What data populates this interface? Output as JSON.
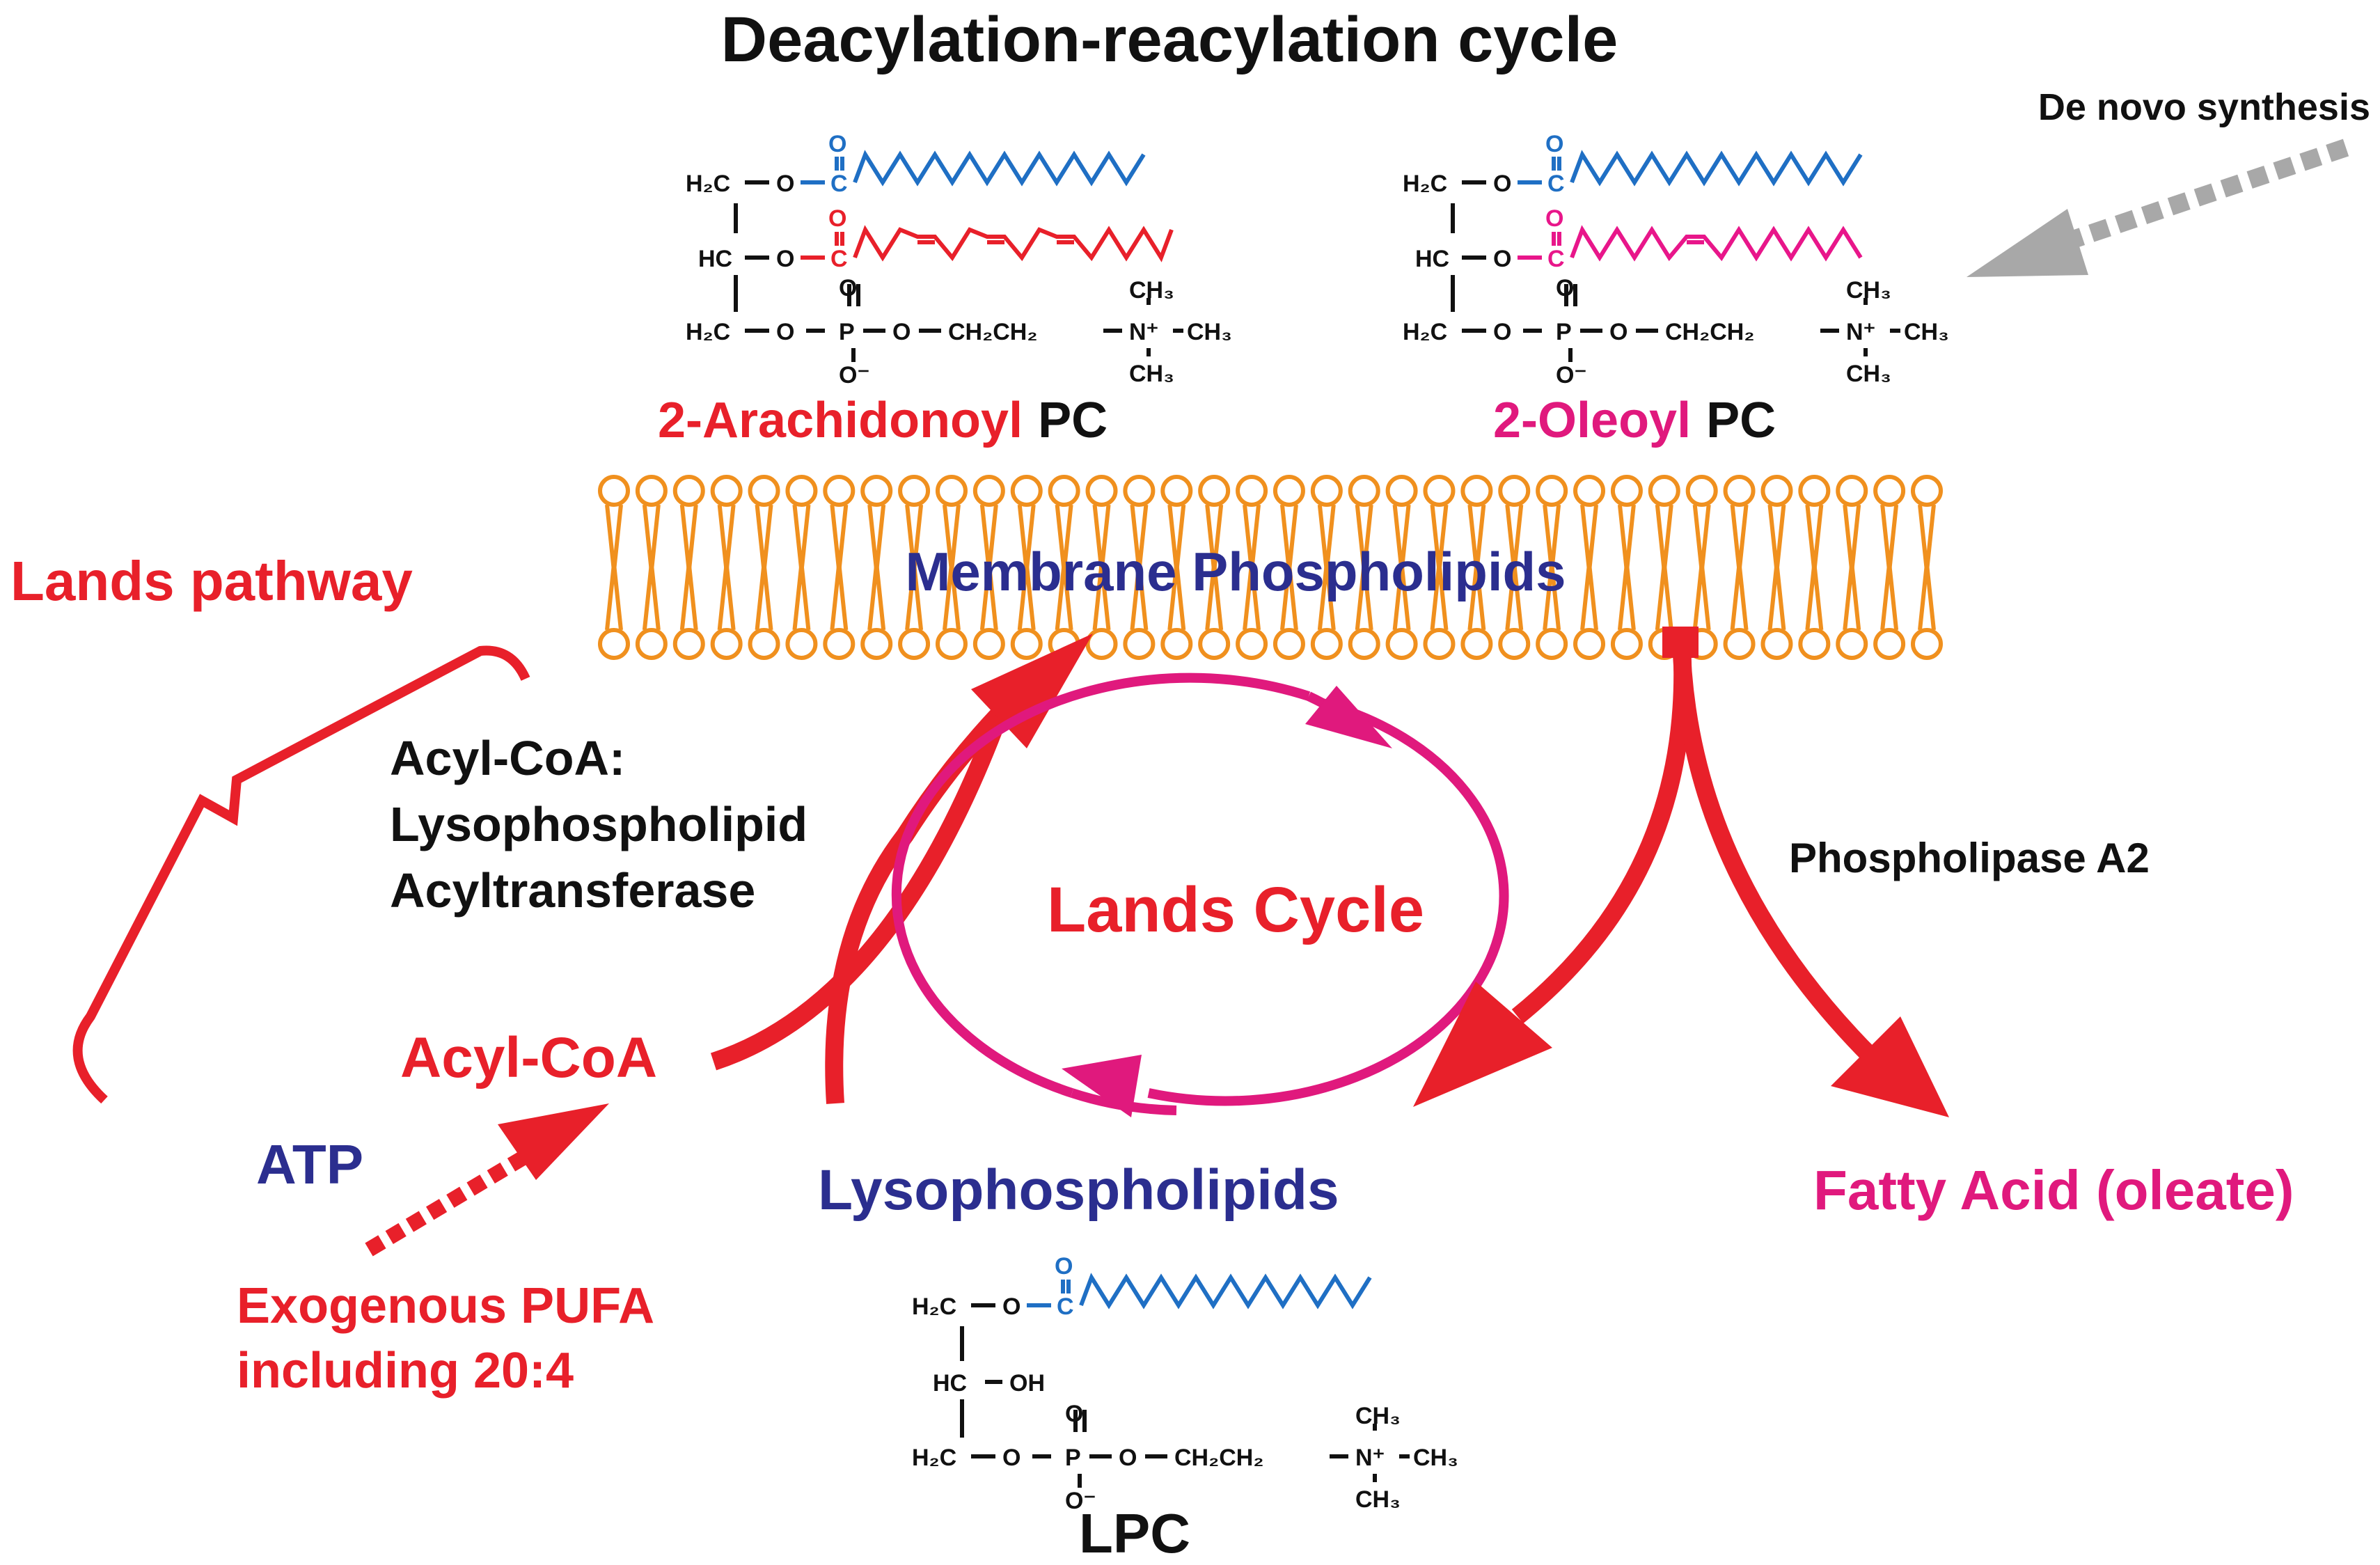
{
  "title": "Deacylation-reacylation cycle",
  "de_novo": "De novo synthesis",
  "membrane_label": "Membrane Phospholipids",
  "pc_left": {
    "prefix": "2-Arachidonoyl",
    "suffix": "PC"
  },
  "pc_right": {
    "prefix": "2-Oleoyl",
    "suffix": "PC"
  },
  "lands_pathway": "Lands pathway",
  "enzyme": {
    "line1": "Acyl-CoA:",
    "line2": "Lysophospholipid",
    "line3": "Acyltransferase"
  },
  "acyl_coa": "Acyl-CoA",
  "atp": "ATP",
  "exogenous": {
    "line1": "Exogenous PUFA",
    "line2": "including 20:4"
  },
  "lands_cycle": "Lands Cycle",
  "pla2": "Phospholipase A2",
  "lysophospholipids": "Lysophospholipids",
  "fatty_acid": "Fatty Acid (oleate)",
  "lpc": "LPC",
  "chem": {
    "h2c": "H₂C",
    "hc": "HC",
    "o": "O",
    "c": "C",
    "p": "P",
    "o_minus": "O⁻",
    "ch2ch2": "CH₂CH₂",
    "n_plus": "N⁺",
    "ch3": "CH₃",
    "oh": "OH"
  },
  "colors": {
    "red": "#e8202a",
    "blue_text": "#2b2e8f",
    "magenta": "#e0197d",
    "pink_chain": "#e8168a",
    "blue_chain": "#1f6fc4",
    "orange": "#f0901e",
    "gray": "#a8a8a8",
    "black": "#111111"
  }
}
